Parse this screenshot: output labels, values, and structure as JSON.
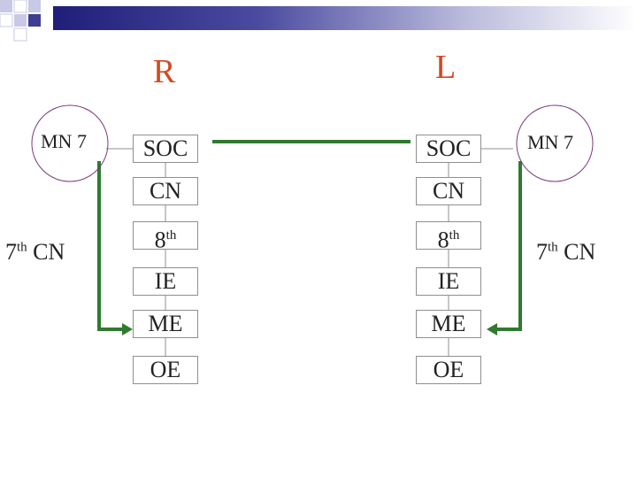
{
  "diagram": {
    "headers": {
      "right_side": "R",
      "left_side": "L"
    },
    "right_column": {
      "nodes": [
        {
          "key": "soc",
          "label": "SOC",
          "sup": ""
        },
        {
          "key": "cn",
          "label": "CN",
          "sup": ""
        },
        {
          "key": "8th",
          "label": "8",
          "sup": "th"
        },
        {
          "key": "ie",
          "label": "IE",
          "sup": ""
        },
        {
          "key": "me",
          "label": "ME",
          "sup": ""
        },
        {
          "key": "oe",
          "label": "OE",
          "sup": ""
        }
      ]
    },
    "left_column": {
      "nodes": [
        {
          "key": "soc",
          "label": "SOC",
          "sup": ""
        },
        {
          "key": "cn",
          "label": "CN",
          "sup": ""
        },
        {
          "key": "8th",
          "label": "8",
          "sup": "th"
        },
        {
          "key": "ie",
          "label": "IE",
          "sup": ""
        },
        {
          "key": "me",
          "label": "ME",
          "sup": ""
        },
        {
          "key": "oe",
          "label": "OE",
          "sup": ""
        }
      ]
    },
    "motor_nucleus_right": "MN 7",
    "motor_nucleus_left": "MN 7",
    "facial_nerve_right": {
      "num": "7",
      "sup": "th",
      "text": "CN"
    },
    "facial_nerve_left": {
      "num": "7",
      "sup": "th",
      "text": "CN"
    },
    "colors": {
      "header": "#d2491e",
      "pathway": "#2f7a2f",
      "circle": "#7a3a7a",
      "connector": "#8f8f8f"
    }
  }
}
